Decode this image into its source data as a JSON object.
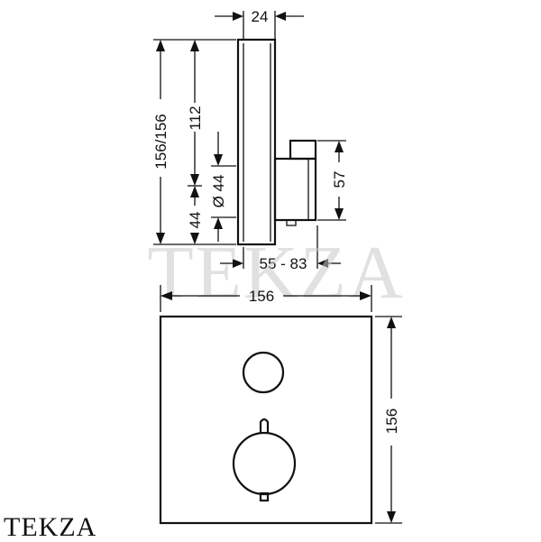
{
  "dimensions": {
    "depth_plate": "24",
    "total_height": "156/156",
    "upper_height": "112",
    "button_diameter": "Ø 44",
    "lower_offset": "44",
    "handle_height": "57",
    "projection_range": "55 - 83",
    "front_width": "156",
    "front_height": "156"
  },
  "watermark": "TEKZA",
  "brand": "TEKZA"
}
